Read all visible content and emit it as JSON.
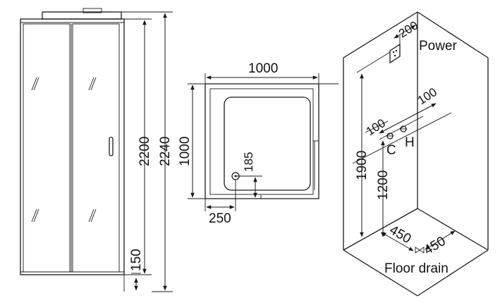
{
  "front_view": {
    "height_total": "2240",
    "height_cabin": "2200",
    "height_base": "150"
  },
  "top_view": {
    "width": "1000",
    "depth": "1000",
    "drain_y": "185",
    "drain_x": "250"
  },
  "iso_view": {
    "power_label": "Power",
    "power_offset": "200",
    "power_height": "1900",
    "valve_height": "1200",
    "valve_spacing_a": "100",
    "valve_spacing_b": "100",
    "cold_label": "C",
    "hot_label": "H",
    "drain_offset_left": "450",
    "drain_offset_right": "450",
    "drain_label": "Floor drain"
  }
}
